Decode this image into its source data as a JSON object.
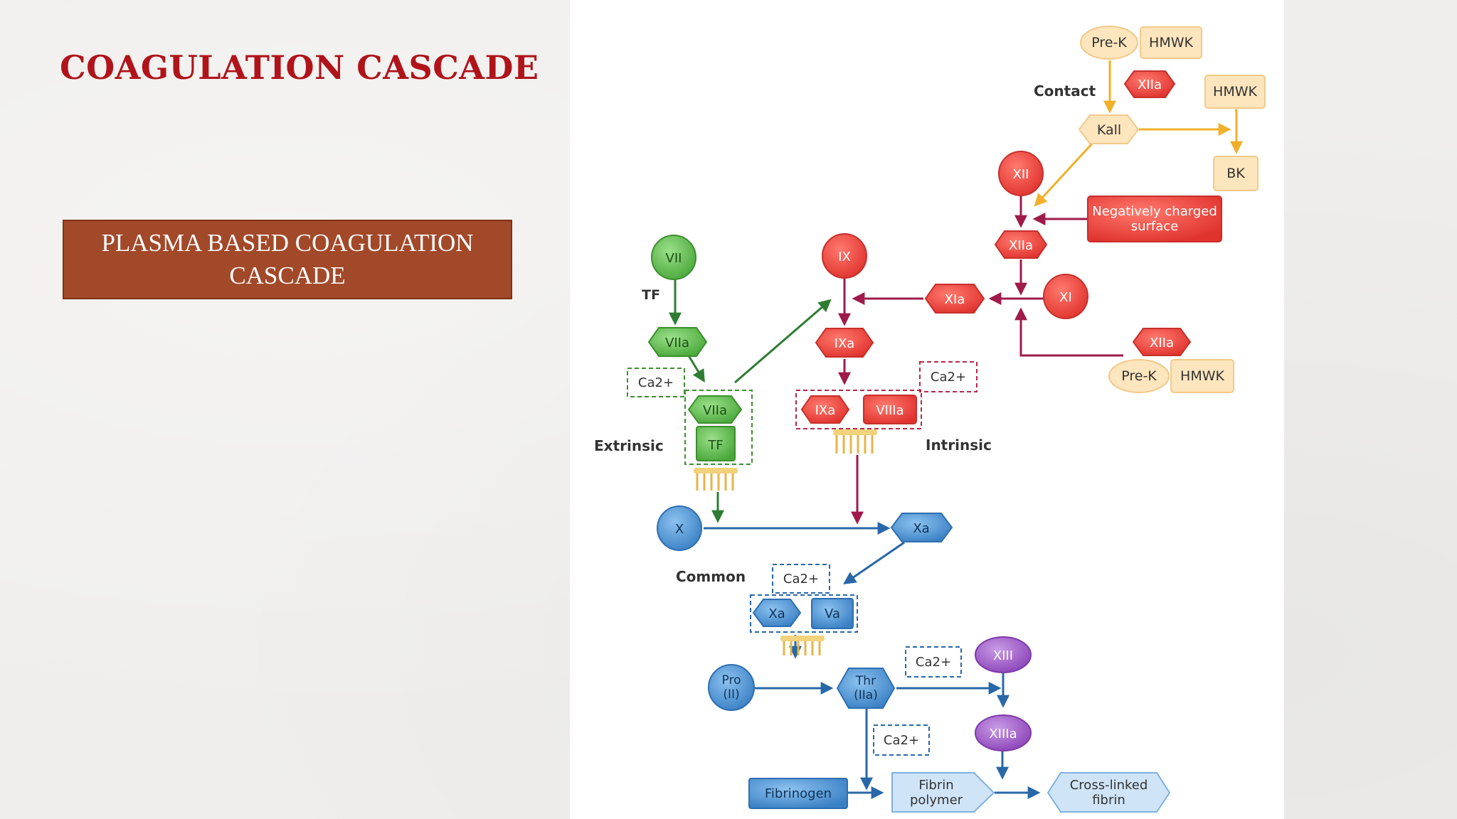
{
  "slide": {
    "title": "COAGULATION CASCADE",
    "subtitle": "PLASMA BASED COAGULATION CASCADE"
  },
  "diagram": {
    "section_labels": {
      "contact": "Contact",
      "extrinsic": "Extrinsic",
      "intrinsic": "Intrinsic",
      "common": "Common",
      "tf": "TF"
    },
    "nodes": {
      "prek_top": "Pre-K",
      "hmwk_top": "HMWK",
      "xiia_contact": "XIIa",
      "hmwk_right": "HMWK",
      "kall": "Kall",
      "bk": "BK",
      "xii": "XII",
      "neg_surface": "Negatively charged surface",
      "xiia_mid": "XIIa",
      "vii": "VII",
      "ix": "IX",
      "xia": "XIa",
      "xi": "XI",
      "viia": "VIIa",
      "ixa": "IXa",
      "xiia_low": "XIIa",
      "prek_low": "Pre-K",
      "hmwk_low": "HMWK",
      "ca_ext": "Ca2+",
      "ca_int": "Ca2+",
      "viia_complex": "VIIa",
      "tf_complex": "TF",
      "ixa_complex": "IXa",
      "viiia_complex": "VIIIa",
      "x": "X",
      "xa": "Xa",
      "ca_common": "Ca2+",
      "xa_complex": "Xa",
      "va_complex": "Va",
      "pro": "Pro (II)",
      "thr": "Thr (IIa)",
      "ca_thr": "Ca2+",
      "xiii": "XIII",
      "ca_fib": "Ca2+",
      "xiiia": "XIIIa",
      "fibrinogen": "Fibrinogen",
      "fibrin_polymer": "Fibrin polymer",
      "cross_linked": "Cross-linked fibrin"
    },
    "colors": {
      "contact": "#f4b942",
      "contact_fill": "#fde5bd",
      "intrinsic": "#e63a3a",
      "intrinsic_arrow": "#9e1b4b",
      "extrinsic": "#4aa83a",
      "common": "#3f86c9",
      "common_arrow": "#2868a8",
      "purple": "#9b4fc0"
    }
  }
}
